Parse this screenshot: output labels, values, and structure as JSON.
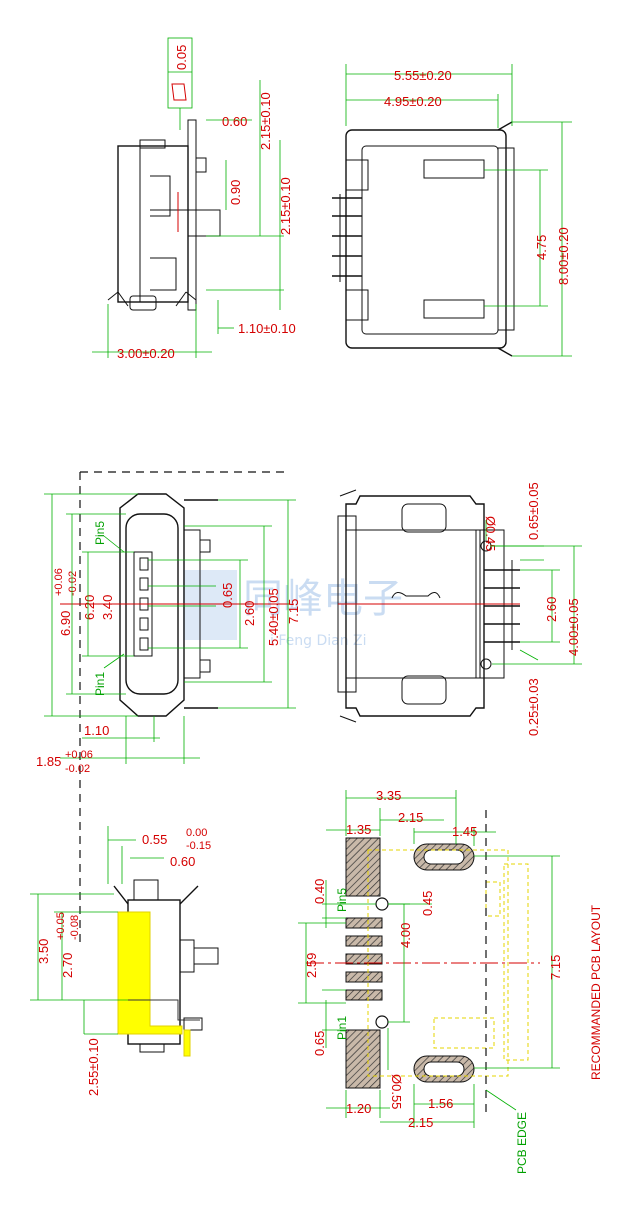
{
  "flatness": {
    "value": "0.05"
  },
  "side_view": {
    "d1": "0.60",
    "d2": "2.15±0.10",
    "d3": "0.90",
    "d4": "2.15±0.10",
    "d5": "1.10±0.10",
    "d6": "3.00±0.20"
  },
  "top_view": {
    "d1": "5.55±0.20",
    "d2": "4.95±0.20",
    "d3": "4.75",
    "d4": "8.00±0.20"
  },
  "front_view": {
    "h1": "6.90",
    "h1_tol_plus": "+0.06",
    "h1_tol_minus": "-0.02",
    "h2": "6.20",
    "h3": "3.40",
    "pin5": "Pin5",
    "pin1": "Pin1",
    "d_065": "0.65",
    "d_260": "2.60",
    "d_540": "5.40±0.05",
    "d_715": "7.15",
    "d_110": "1.10",
    "d_185": "1.85",
    "d_185_plus": "+0.06",
    "d_185_minus": "-0.02"
  },
  "back_view": {
    "phi": "Ø0.45",
    "d1": "0.65±0.05",
    "d2": "2.60",
    "d3": "4.00±0.05",
    "d4": "0.25±0.03"
  },
  "section_view": {
    "d1": "0.55",
    "d1_tol_plus": "0.00",
    "d1_tol_minus": "-0.15",
    "d2": "0.60",
    "d3": "3.50",
    "d4": "2.70",
    "d4_plus": "+0.05",
    "d4_minus": "-0.08",
    "d5": "2.55±0.10"
  },
  "pcb_layout": {
    "title": "RECOMMANDED PCB LAYOUT",
    "d_335": "3.35",
    "d_215a": "2.15",
    "d_135": "1.35",
    "d_145": "1.45",
    "d_040": "0.40",
    "d_045": "0.45",
    "d_259": "2.59",
    "d_400": "4.00",
    "d_715": "7.15",
    "d_065": "0.65",
    "d_120": "1.20",
    "phi_055": "Ø0.55",
    "d_156": "1.56",
    "d_215b": "2.15",
    "pin5": "Pin5",
    "pin1": "Pin1",
    "pcb_edge": "PCB EDGE"
  },
  "watermark": {
    "brand": "同峰电子",
    "sub": "i Feng Dian Zi"
  },
  "colors": {
    "dimension": "#d40000",
    "extension": "#00b000",
    "outline": "#111111",
    "highlight": "#ffff00"
  }
}
